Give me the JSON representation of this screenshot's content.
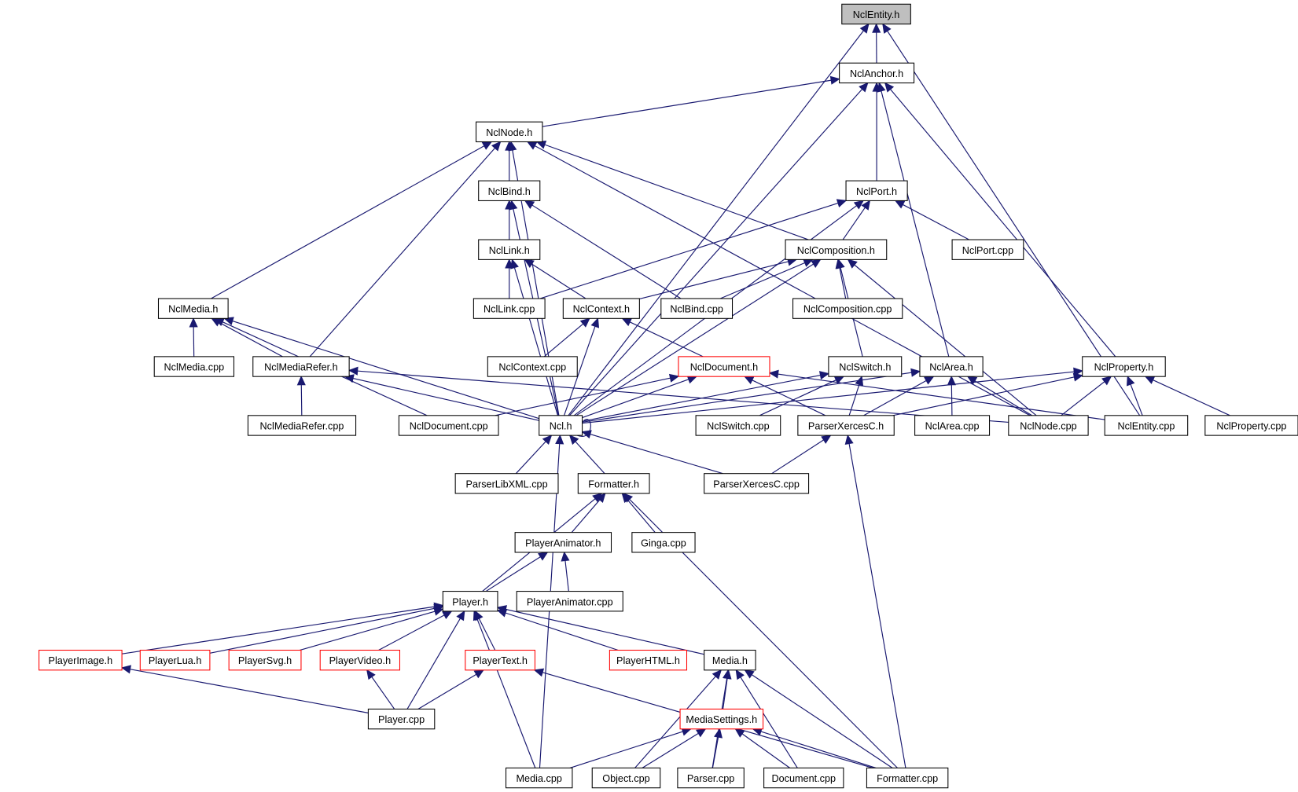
{
  "diagram": {
    "type": "include-dependency-graph",
    "colors": {
      "edge": "#191970",
      "root_fill": "#bfbfbf",
      "incomplete_border": "#ff0000",
      "node_border": "#000000"
    },
    "nodes": [
      {
        "id": "NclEntity.h",
        "label": "NclEntity.h",
        "root": true
      },
      {
        "id": "NclAnchor.h",
        "label": "NclAnchor.h"
      },
      {
        "id": "NclNode.h",
        "label": "NclNode.h"
      },
      {
        "id": "NclBind.h",
        "label": "NclBind.h"
      },
      {
        "id": "NclPort.h",
        "label": "NclPort.h"
      },
      {
        "id": "NclLink.h",
        "label": "NclLink.h"
      },
      {
        "id": "NclComposition.h",
        "label": "NclComposition.h"
      },
      {
        "id": "NclPort.cpp",
        "label": "NclPort.cpp"
      },
      {
        "id": "NclMedia.h",
        "label": "NclMedia.h"
      },
      {
        "id": "NclLink.cpp",
        "label": "NclLink.cpp"
      },
      {
        "id": "NclContext.h",
        "label": "NclContext.h"
      },
      {
        "id": "NclBind.cpp",
        "label": "NclBind.cpp"
      },
      {
        "id": "NclComposition.cpp",
        "label": "NclComposition.cpp"
      },
      {
        "id": "NclMedia.cpp",
        "label": "NclMedia.cpp"
      },
      {
        "id": "NclMediaRefer.h",
        "label": "NclMediaRefer.h"
      },
      {
        "id": "NclContext.cpp",
        "label": "NclContext.cpp"
      },
      {
        "id": "NclDocument.h",
        "label": "NclDocument.h",
        "red": true
      },
      {
        "id": "NclSwitch.h",
        "label": "NclSwitch.h"
      },
      {
        "id": "NclArea.h",
        "label": "NclArea.h"
      },
      {
        "id": "NclProperty.h",
        "label": "NclProperty.h"
      },
      {
        "id": "NclMediaRefer.cpp",
        "label": "NclMediaRefer.cpp"
      },
      {
        "id": "NclDocument.cpp",
        "label": "NclDocument.cpp"
      },
      {
        "id": "Ncl.h",
        "label": "Ncl.h"
      },
      {
        "id": "NclSwitch.cpp",
        "label": "NclSwitch.cpp"
      },
      {
        "id": "ParserXercesC.h",
        "label": "ParserXercesC.h"
      },
      {
        "id": "NclArea.cpp",
        "label": "NclArea.cpp"
      },
      {
        "id": "NclNode.cpp",
        "label": "NclNode.cpp"
      },
      {
        "id": "NclEntity.cpp",
        "label": "NclEntity.cpp"
      },
      {
        "id": "NclProperty.cpp",
        "label": "NclProperty.cpp"
      },
      {
        "id": "ParserLibXML.cpp",
        "label": "ParserLibXML.cpp"
      },
      {
        "id": "Formatter.h",
        "label": "Formatter.h"
      },
      {
        "id": "ParserXercesC.cpp",
        "label": "ParserXercesC.cpp"
      },
      {
        "id": "PlayerAnimator.h",
        "label": "PlayerAnimator.h"
      },
      {
        "id": "Ginga.cpp",
        "label": "Ginga.cpp"
      },
      {
        "id": "Player.h",
        "label": "Player.h"
      },
      {
        "id": "PlayerAnimator.cpp",
        "label": "PlayerAnimator.cpp"
      },
      {
        "id": "PlayerImage.h",
        "label": "PlayerImage.h",
        "red": true
      },
      {
        "id": "PlayerLua.h",
        "label": "PlayerLua.h",
        "red": true
      },
      {
        "id": "PlayerSvg.h",
        "label": "PlayerSvg.h",
        "red": true
      },
      {
        "id": "PlayerVideo.h",
        "label": "PlayerVideo.h",
        "red": true
      },
      {
        "id": "PlayerText.h",
        "label": "PlayerText.h",
        "red": true
      },
      {
        "id": "PlayerHTML.h",
        "label": "PlayerHTML.h",
        "red": true
      },
      {
        "id": "Media.h",
        "label": "Media.h"
      },
      {
        "id": "Player.cpp",
        "label": "Player.cpp"
      },
      {
        "id": "MediaSettings.h",
        "label": "MediaSettings.h",
        "red": true
      },
      {
        "id": "Media.cpp",
        "label": "Media.cpp"
      },
      {
        "id": "Object.cpp",
        "label": "Object.cpp"
      },
      {
        "id": "Parser.cpp",
        "label": "Parser.cpp"
      },
      {
        "id": "Document.cpp",
        "label": "Document.cpp"
      },
      {
        "id": "Formatter.cpp",
        "label": "Formatter.cpp"
      }
    ],
    "edges": [
      [
        "NclAnchor.h",
        "NclEntity.h"
      ],
      [
        "Ncl.h",
        "NclEntity.h"
      ],
      [
        "NclEntity.cpp",
        "NclEntity.h"
      ],
      [
        "NclNode.h",
        "NclAnchor.h"
      ],
      [
        "Ncl.h",
        "NclAnchor.h"
      ],
      [
        "NclPort.h",
        "NclAnchor.h"
      ],
      [
        "NclArea.h",
        "NclAnchor.h"
      ],
      [
        "NclProperty.h",
        "NclAnchor.h"
      ],
      [
        "NclBind.h",
        "NclNode.h"
      ],
      [
        "NclMedia.h",
        "NclNode.h"
      ],
      [
        "NclMediaRefer.h",
        "NclNode.h"
      ],
      [
        "NclComposition.h",
        "NclNode.h"
      ],
      [
        "Ncl.h",
        "NclNode.h"
      ],
      [
        "NclNode.cpp",
        "NclNode.h"
      ],
      [
        "NclLink.h",
        "NclBind.h"
      ],
      [
        "NclBind.cpp",
        "NclBind.h"
      ],
      [
        "Ncl.h",
        "NclBind.h"
      ],
      [
        "NclComposition.h",
        "NclPort.h"
      ],
      [
        "NclLink.cpp",
        "NclPort.h"
      ],
      [
        "NclPort.cpp",
        "NclPort.h"
      ],
      [
        "Ncl.h",
        "NclPort.h"
      ],
      [
        "NclLink.cpp",
        "NclLink.h"
      ],
      [
        "NclContext.h",
        "NclLink.h"
      ],
      [
        "Ncl.h",
        "NclLink.h"
      ],
      [
        "NclContext.h",
        "NclComposition.h"
      ],
      [
        "NclBind.cpp",
        "NclComposition.h"
      ],
      [
        "NclComposition.cpp",
        "NclComposition.h"
      ],
      [
        "Ncl.h",
        "NclComposition.h"
      ],
      [
        "NclSwitch.h",
        "NclComposition.h"
      ],
      [
        "NclNode.cpp",
        "NclComposition.h"
      ],
      [
        "NclMedia.cpp",
        "NclMedia.h"
      ],
      [
        "NclMediaRefer.h",
        "NclMedia.h"
      ],
      [
        "Ncl.h",
        "NclMedia.h"
      ],
      [
        "NclDocument.cpp",
        "NclMedia.h"
      ],
      [
        "NclContext.cpp",
        "NclContext.h"
      ],
      [
        "NclDocument.h",
        "NclContext.h"
      ],
      [
        "Ncl.h",
        "NclContext.h"
      ],
      [
        "NclMediaRefer.cpp",
        "NclMediaRefer.h"
      ],
      [
        "Ncl.h",
        "NclMediaRefer.h"
      ],
      [
        "NclNode.cpp",
        "NclMediaRefer.h"
      ],
      [
        "Ncl.h",
        "NclDocument.h"
      ],
      [
        "NclDocument.cpp",
        "NclDocument.h"
      ],
      [
        "ParserXercesC.h",
        "NclDocument.h"
      ],
      [
        "NclEntity.cpp",
        "NclDocument.h"
      ],
      [
        "Ncl.h",
        "NclSwitch.h"
      ],
      [
        "NclSwitch.cpp",
        "NclSwitch.h"
      ],
      [
        "ParserXercesC.h",
        "NclSwitch.h"
      ],
      [
        "Ncl.h",
        "NclArea.h"
      ],
      [
        "NclArea.cpp",
        "NclArea.h"
      ],
      [
        "ParserXercesC.h",
        "NclArea.h"
      ],
      [
        "NclNode.cpp",
        "NclArea.h"
      ],
      [
        "Ncl.h",
        "NclProperty.h"
      ],
      [
        "ParserXercesC.h",
        "NclProperty.h"
      ],
      [
        "NclNode.cpp",
        "NclProperty.h"
      ],
      [
        "NclEntity.cpp",
        "NclProperty.h"
      ],
      [
        "NclProperty.cpp",
        "NclProperty.h"
      ],
      [
        "ParserLibXML.cpp",
        "Ncl.h"
      ],
      [
        "Formatter.h",
        "Ncl.h"
      ],
      [
        "ParserXercesC.cpp",
        "Ncl.h"
      ],
      [
        "Media.cpp",
        "Ncl.h"
      ],
      [
        "Ncl.h",
        "Ncl.h"
      ],
      [
        "ParserXercesC.cpp",
        "ParserXercesC.h"
      ],
      [
        "Formatter.cpp",
        "ParserXercesC.h"
      ],
      [
        "PlayerAnimator.h",
        "Formatter.h"
      ],
      [
        "Ginga.cpp",
        "Formatter.h"
      ],
      [
        "Player.h",
        "Formatter.h"
      ],
      [
        "Formatter.cpp",
        "Formatter.h"
      ],
      [
        "Player.h",
        "PlayerAnimator.h"
      ],
      [
        "PlayerAnimator.cpp",
        "PlayerAnimator.h"
      ],
      [
        "PlayerImage.h",
        "Player.h"
      ],
      [
        "PlayerLua.h",
        "Player.h"
      ],
      [
        "PlayerSvg.h",
        "Player.h"
      ],
      [
        "PlayerVideo.h",
        "Player.h"
      ],
      [
        "PlayerText.h",
        "Player.h"
      ],
      [
        "PlayerHTML.h",
        "Player.h"
      ],
      [
        "Media.h",
        "Player.h"
      ],
      [
        "Player.cpp",
        "Player.h"
      ],
      [
        "Media.cpp",
        "Player.h"
      ],
      [
        "Player.cpp",
        "PlayerImage.h"
      ],
      [
        "Player.cpp",
        "PlayerVideo.h"
      ],
      [
        "Player.cpp",
        "PlayerText.h"
      ],
      [
        "Formatter.cpp",
        "PlayerText.h"
      ],
      [
        "MediaSettings.h",
        "Media.h"
      ],
      [
        "Object.cpp",
        "Media.h"
      ],
      [
        "Parser.cpp",
        "Media.h"
      ],
      [
        "Document.cpp",
        "Media.h"
      ],
      [
        "Formatter.cpp",
        "Media.h"
      ],
      [
        "Media.cpp",
        "MediaSettings.h"
      ],
      [
        "Object.cpp",
        "MediaSettings.h"
      ],
      [
        "Parser.cpp",
        "MediaSettings.h"
      ],
      [
        "Document.cpp",
        "MediaSettings.h"
      ],
      [
        "Formatter.cpp",
        "MediaSettings.h"
      ]
    ]
  }
}
